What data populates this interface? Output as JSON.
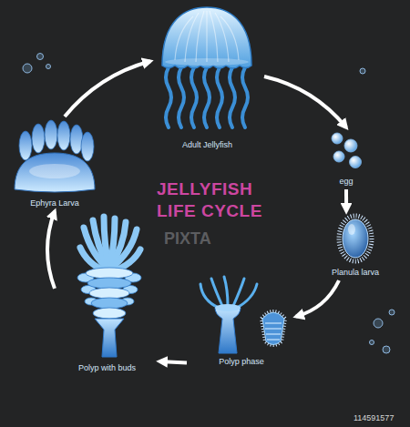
{
  "diagram": {
    "title": "JELLYFISH LIFE CYCLE",
    "nodes": [
      {
        "text": [
          "Adult Jellyfish"
        ]
      },
      {
        "text": [
          "egg"
        ]
      },
      {
        "text": [
          "Planula larva"
        ]
      },
      {
        "text": [
          "Polyp phase"
        ]
      },
      {
        "text": [
          "Polyp with buds"
        ]
      },
      {
        "text": [
          "Ephyra Larva"
        ]
      }
    ],
    "edges": [
      {
        "from": 0,
        "to": 1,
        "arrow": "to"
      },
      {
        "from": 1,
        "to": 2,
        "arrow": "to"
      },
      {
        "from": 2,
        "to": 3,
        "arrow": "to"
      },
      {
        "from": 3,
        "to": 4,
        "arrow": "to"
      },
      {
        "from": 4,
        "to": 5,
        "arrow": "to"
      },
      {
        "from": 5,
        "to": 0,
        "arrow": "to"
      }
    ],
    "labels": [
      "PIXTA",
      "114591577"
    ]
  }
}
